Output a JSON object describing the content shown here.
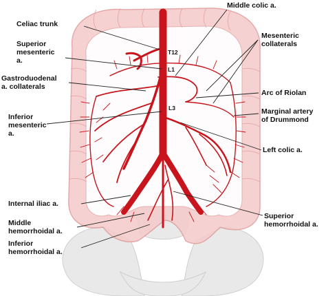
{
  "labels": {
    "celiac_trunk": "Celiac trunk",
    "superior_mesenteric": "Superior\nmesenteric\na.",
    "gastroduodenal": "Gastroduodenal\na. collaterals",
    "inferior_mesenteric": "Inferior\nmesenteric\na.",
    "internal_iliac": "Internal iliac a.",
    "middle_hemorrhoidal": "Middle\nhemorrhoidal a.",
    "inferior_hemorrhoidal": "Inferior\nhemorrhoidal a.",
    "middle_colic": "Middle colic a.",
    "mesenteric_collaterals": "Mesenteric\ncollaterals",
    "arc_of_riolan": "Arc of Riolan",
    "marginal_artery": "Marginal artery\nof Drummond",
    "left_colic": "Left colic a.",
    "superior_hemorrhoidal": "Superior\nhemorrhoidal a."
  },
  "levels": {
    "t12": "T12",
    "l1": "L1",
    "l3": "L3"
  },
  "colors": {
    "artery": "#c8141c",
    "colon": "#f3c1c1",
    "colon_outline": "#dc9090",
    "bone": "#e7e7e7"
  }
}
